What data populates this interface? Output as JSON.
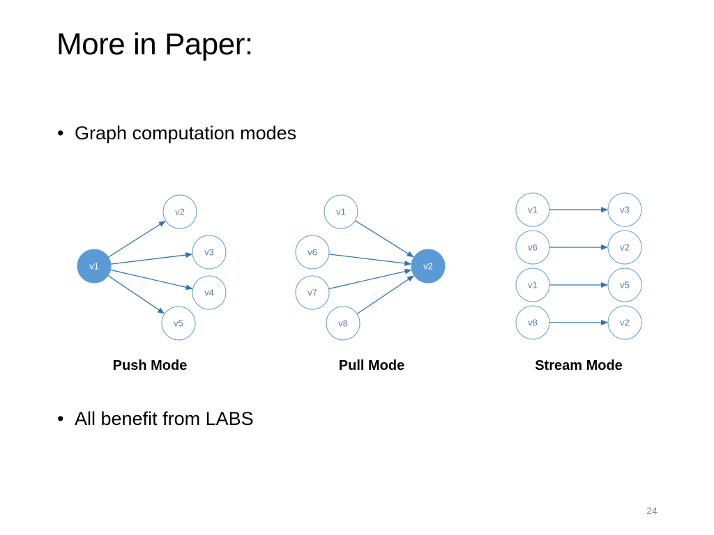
{
  "slide": {
    "title": "More in Paper:",
    "bullets": [
      {
        "marker": "•",
        "text": "Graph computation modes"
      },
      {
        "marker": "•",
        "text": "All benefit from LABS"
      }
    ],
    "page_number": "24"
  },
  "colors": {
    "node_fill_active": "#5b9bd5",
    "node_stroke": "#5b9bd5",
    "node_fill": "#ffffff",
    "edge": "#2e75b6",
    "node_text": "#5a7fa8",
    "node_text_active": "#ffffff"
  },
  "diagrams": [
    {
      "label": "Push Mode",
      "nodes": [
        {
          "id": "push-v1",
          "text": "v1",
          "active": true
        },
        {
          "id": "push-v2",
          "text": "v2",
          "active": false
        },
        {
          "id": "push-v3",
          "text": "v3",
          "active": false
        },
        {
          "id": "push-v4",
          "text": "v4",
          "active": false
        },
        {
          "id": "push-v5",
          "text": "v5",
          "active": false
        }
      ],
      "edges": [
        [
          "push-v1",
          "push-v2"
        ],
        [
          "push-v1",
          "push-v3"
        ],
        [
          "push-v1",
          "push-v4"
        ],
        [
          "push-v1",
          "push-v5"
        ]
      ]
    },
    {
      "label": "Pull Mode",
      "nodes": [
        {
          "id": "pull-v1",
          "text": "v1",
          "active": false
        },
        {
          "id": "pull-v6",
          "text": "v6",
          "active": false
        },
        {
          "id": "pull-v7",
          "text": "v7",
          "active": false
        },
        {
          "id": "pull-v8",
          "text": "v8",
          "active": false
        },
        {
          "id": "pull-v2",
          "text": "v2",
          "active": true
        }
      ],
      "edges": [
        [
          "pull-v1",
          "pull-v2"
        ],
        [
          "pull-v6",
          "pull-v2"
        ],
        [
          "pull-v7",
          "pull-v2"
        ],
        [
          "pull-v8",
          "pull-v2"
        ]
      ]
    },
    {
      "label": "Stream Mode",
      "nodes": [
        {
          "id": "s-l1",
          "text": "v1",
          "active": false
        },
        {
          "id": "s-r1",
          "text": "v3",
          "active": false
        },
        {
          "id": "s-l2",
          "text": "v6",
          "active": false
        },
        {
          "id": "s-r2",
          "text": "v2",
          "active": false
        },
        {
          "id": "s-l3",
          "text": "v1",
          "active": false
        },
        {
          "id": "s-r3",
          "text": "v5",
          "active": false
        },
        {
          "id": "s-l4",
          "text": "v8",
          "active": false
        },
        {
          "id": "s-r4",
          "text": "v2",
          "active": false
        }
      ],
      "edges": [
        [
          "s-l1",
          "s-r1"
        ],
        [
          "s-l2",
          "s-r2"
        ],
        [
          "s-l3",
          "s-r3"
        ],
        [
          "s-l4",
          "s-r4"
        ]
      ]
    }
  ]
}
